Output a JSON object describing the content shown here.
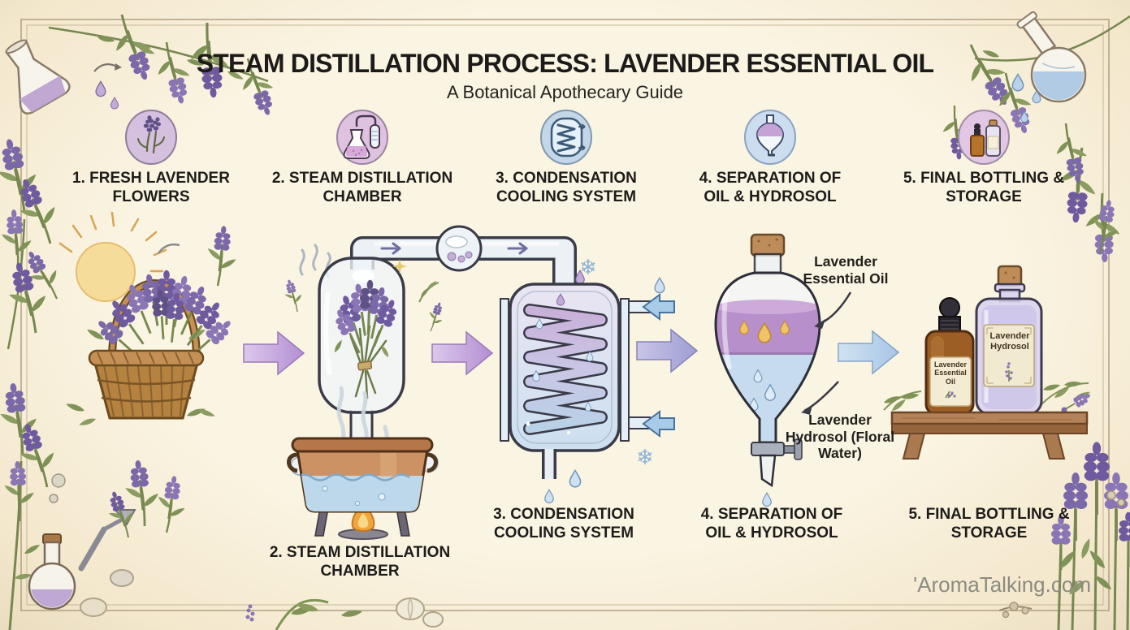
{
  "header": {
    "title": "STEAM DISTILLATION PROCESS: LAVENDER ESSENTIAL OIL",
    "subtitle": "A Botanical Apothecary Guide"
  },
  "steps": [
    {
      "label": "1. FRESH LAVENDER FLOWERS",
      "icon": "lavender-sprig",
      "icon_bg": "#d6c0df"
    },
    {
      "label": "2. STEAM DISTILLATION CHAMBER",
      "icon": "distillation-flask",
      "icon_bg": "#dfc2e0"
    },
    {
      "label": "3. CONDENSATION COOLING SYSTEM",
      "icon": "condenser-coil",
      "icon_bg": "#c4d7e9"
    },
    {
      "label": "4. SEPARATION OF OIL & HYDROSOL",
      "icon": "separating-funnel",
      "icon_bg": "#cdddf0"
    },
    {
      "label": "5. FINAL BOTTLING & STORAGE",
      "icon": "storage-bottles",
      "icon_bg": "#e1c7e3"
    }
  ],
  "diagram_labels": {
    "step2_bottom": "2. STEAM DISTILLATION CHAMBER",
    "step3_bottom": "3. CONDENSATION COOLING SYSTEM",
    "step4_bottom": "4. SEPARATION OF OIL & HYDROSOL",
    "step5_bottom": "5. FINAL BOTTLING & STORAGE"
  },
  "annotations": {
    "essential_oil": "Lavender Essential Oil",
    "hydrosol": "Lavender Hydrosol (Floral Water)"
  },
  "bottles": {
    "dropper_label": "Lavender Essential Oil",
    "hydrosol_label": "Lavender Hydrosol"
  },
  "watermark": "'AromaTalking.com",
  "colors": {
    "background": "#f8f0da",
    "title_text": "#1c1b19",
    "arrow_purple": "#c3a4da",
    "arrow_periwinkle": "#a9a9d8",
    "arrow_blue": "#bcd4ec",
    "oil_layer": "#b78fcb",
    "hydrosol_layer": "#c6dcee",
    "watermark_text": "#8b8b82",
    "border_line": "#b5a486"
  }
}
